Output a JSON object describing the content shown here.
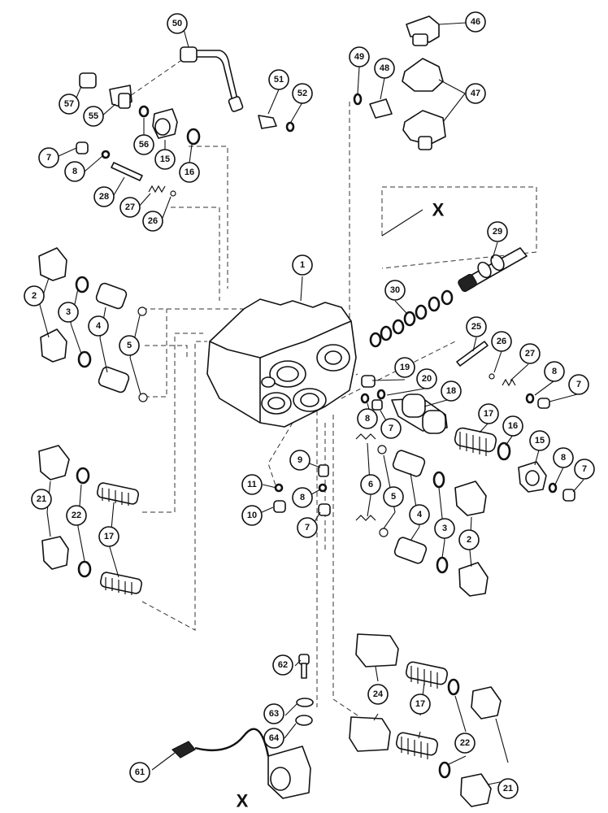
{
  "callouts": [
    {
      "id": "c-50",
      "label": "50"
    },
    {
      "id": "c-57",
      "label": "57"
    },
    {
      "id": "c-55",
      "label": "55"
    },
    {
      "id": "c-56",
      "label": "56"
    },
    {
      "id": "c-15a",
      "label": "15"
    },
    {
      "id": "c-16a",
      "label": "16"
    },
    {
      "id": "c-51",
      "label": "51"
    },
    {
      "id": "c-52",
      "label": "52"
    },
    {
      "id": "c-7a",
      "label": "7"
    },
    {
      "id": "c-8a",
      "label": "8"
    },
    {
      "id": "c-28",
      "label": "28"
    },
    {
      "id": "c-27a",
      "label": "27"
    },
    {
      "id": "c-26a",
      "label": "26"
    },
    {
      "id": "c-46",
      "label": "46"
    },
    {
      "id": "c-49",
      "label": "49"
    },
    {
      "id": "c-48",
      "label": "48"
    },
    {
      "id": "c-47",
      "label": "47"
    },
    {
      "id": "c-29",
      "label": "29"
    },
    {
      "id": "c-1",
      "label": "1"
    },
    {
      "id": "c-30",
      "label": "30"
    },
    {
      "id": "c-2a",
      "label": "2"
    },
    {
      "id": "c-3a",
      "label": "3"
    },
    {
      "id": "c-4a",
      "label": "4"
    },
    {
      "id": "c-5a",
      "label": "5"
    },
    {
      "id": "c-25",
      "label": "25"
    },
    {
      "id": "c-26b",
      "label": "26"
    },
    {
      "id": "c-27b",
      "label": "27"
    },
    {
      "id": "c-8b",
      "label": "8"
    },
    {
      "id": "c-7b",
      "label": "7"
    },
    {
      "id": "c-19",
      "label": "19"
    },
    {
      "id": "c-20",
      "label": "20"
    },
    {
      "id": "c-18",
      "label": "18"
    },
    {
      "id": "c-8c",
      "label": "8"
    },
    {
      "id": "c-7c",
      "label": "7"
    },
    {
      "id": "c-17a",
      "label": "17"
    },
    {
      "id": "c-16b",
      "label": "16"
    },
    {
      "id": "c-15b",
      "label": "15"
    },
    {
      "id": "c-8d",
      "label": "8"
    },
    {
      "id": "c-7d",
      "label": "7"
    },
    {
      "id": "c-21a",
      "label": "21"
    },
    {
      "id": "c-22a",
      "label": "22"
    },
    {
      "id": "c-17b",
      "label": "17"
    },
    {
      "id": "c-9",
      "label": "9"
    },
    {
      "id": "c-11",
      "label": "11"
    },
    {
      "id": "c-8e",
      "label": "8"
    },
    {
      "id": "c-10",
      "label": "10"
    },
    {
      "id": "c-7e",
      "label": "7"
    },
    {
      "id": "c-6",
      "label": "6"
    },
    {
      "id": "c-5b",
      "label": "5"
    },
    {
      "id": "c-4b",
      "label": "4"
    },
    {
      "id": "c-3b",
      "label": "3"
    },
    {
      "id": "c-2b",
      "label": "2"
    },
    {
      "id": "c-62",
      "label": "62"
    },
    {
      "id": "c-63",
      "label": "63"
    },
    {
      "id": "c-64",
      "label": "64"
    },
    {
      "id": "c-61",
      "label": "61"
    },
    {
      "id": "c-24",
      "label": "24"
    },
    {
      "id": "c-17c",
      "label": "17"
    },
    {
      "id": "c-22b",
      "label": "22"
    },
    {
      "id": "c-21b",
      "label": "21"
    }
  ],
  "markers": {
    "x_top": "X",
    "x_bottom": "X"
  }
}
